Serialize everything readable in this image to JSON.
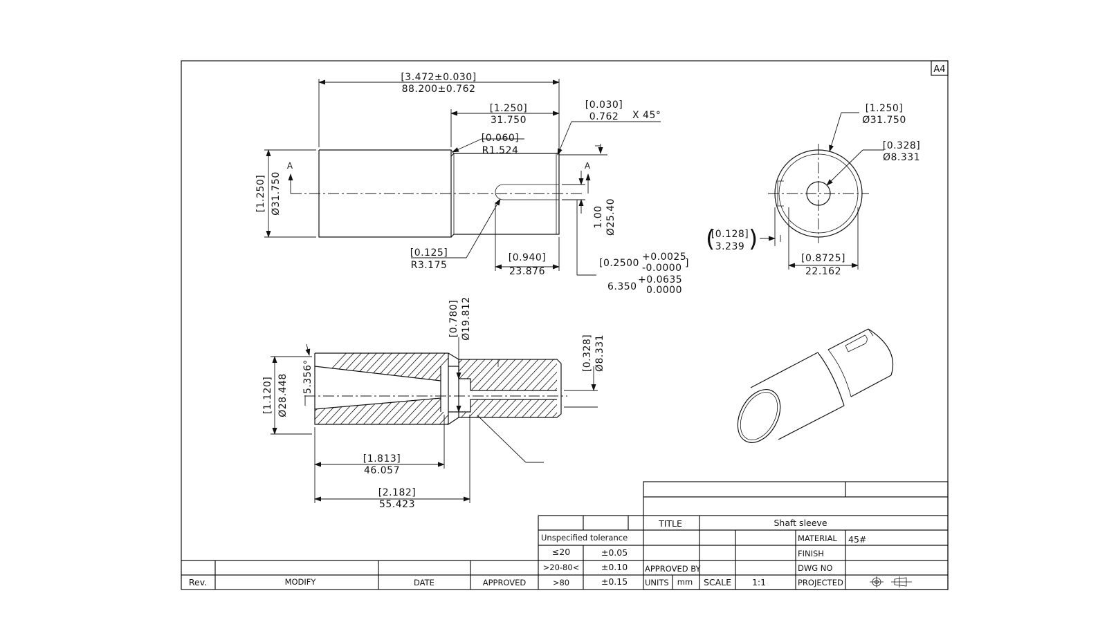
{
  "sheet": {
    "size_label": "A4"
  },
  "front_view": {
    "section_marker_left": "A",
    "section_marker_right": "A",
    "overall_length": {
      "in": "[3.472±0.030]",
      "mm": "88.200±0.762"
    },
    "step_length": {
      "in": "[1.250]",
      "mm": "31.750"
    },
    "chamfer": {
      "in": "[0.030]",
      "mm": "0.762",
      "angle": "X 45°"
    },
    "fillet": {
      "in": "[0.060]",
      "mm": "R1.524"
    },
    "major_diameter": {
      "in": "[1.250]",
      "mm": "Ø31.750"
    },
    "minor_diameter": {
      "in": "1.00",
      "mm": "Ø25.40"
    },
    "slot_radius": {
      "in": "[0.125]",
      "mm": "R3.175"
    },
    "slot_length": {
      "in": "[0.940]",
      "mm": "23.876"
    },
    "slot_width_in": {
      "base": "[0.2500",
      "upper": "+0.0025",
      "lower": "-0.0000",
      "close": "]"
    },
    "slot_width_mm": {
      "base": "6.350",
      "upper": "+0.0635",
      "lower": "0.0000"
    }
  },
  "end_view": {
    "outer_diameter": {
      "in": "[1.250]",
      "mm": "Ø31.750"
    },
    "bore_diameter": {
      "in": "[0.328]",
      "mm": "Ø8.331"
    },
    "flat_depth": {
      "in": "[0.128]",
      "mm": "3.239"
    },
    "across_flat": {
      "in": "[0.8725]",
      "mm": "22.162"
    }
  },
  "section_view": {
    "taper_diameter": {
      "in": "[1.120]",
      "mm": "Ø28.448"
    },
    "taper_angle": "5.356°",
    "counterbore_diameter": {
      "in": "[0.780]",
      "mm": "Ø19.812"
    },
    "bore_diameter": {
      "in": "[0.328]",
      "mm": "Ø8.331"
    },
    "taper_length": {
      "in": "[1.813]",
      "mm": "46.057"
    },
    "counterbore_depth": {
      "in": "[2.182]",
      "mm": "55.423"
    }
  },
  "title_block": {
    "title_label": "TITLE",
    "title_value": "Shaft sleeve",
    "tolerance_header": "Unspecified tolerance",
    "tolerance_rows": [
      {
        "range": "≤20",
        "value": "±0.05"
      },
      {
        "range": ">20-80<",
        "value": "±0.10"
      },
      {
        "range": ">80",
        "value": "±0.15"
      }
    ],
    "material_label": "MATERIAL",
    "material_value": "45#",
    "finish_label": "FINISH",
    "dwg_no_label": "DWG NO",
    "projected_label": "PROJECTED",
    "approved_by_label": "APPROVED BY",
    "units_label": "UNITS",
    "units_value": "mm",
    "scale_label": "SCALE",
    "scale_value": "1:1",
    "rev_label": "Rev.",
    "modify_label": "MODIFY",
    "date_label": "DATE",
    "approved_label": "APPROVED"
  }
}
